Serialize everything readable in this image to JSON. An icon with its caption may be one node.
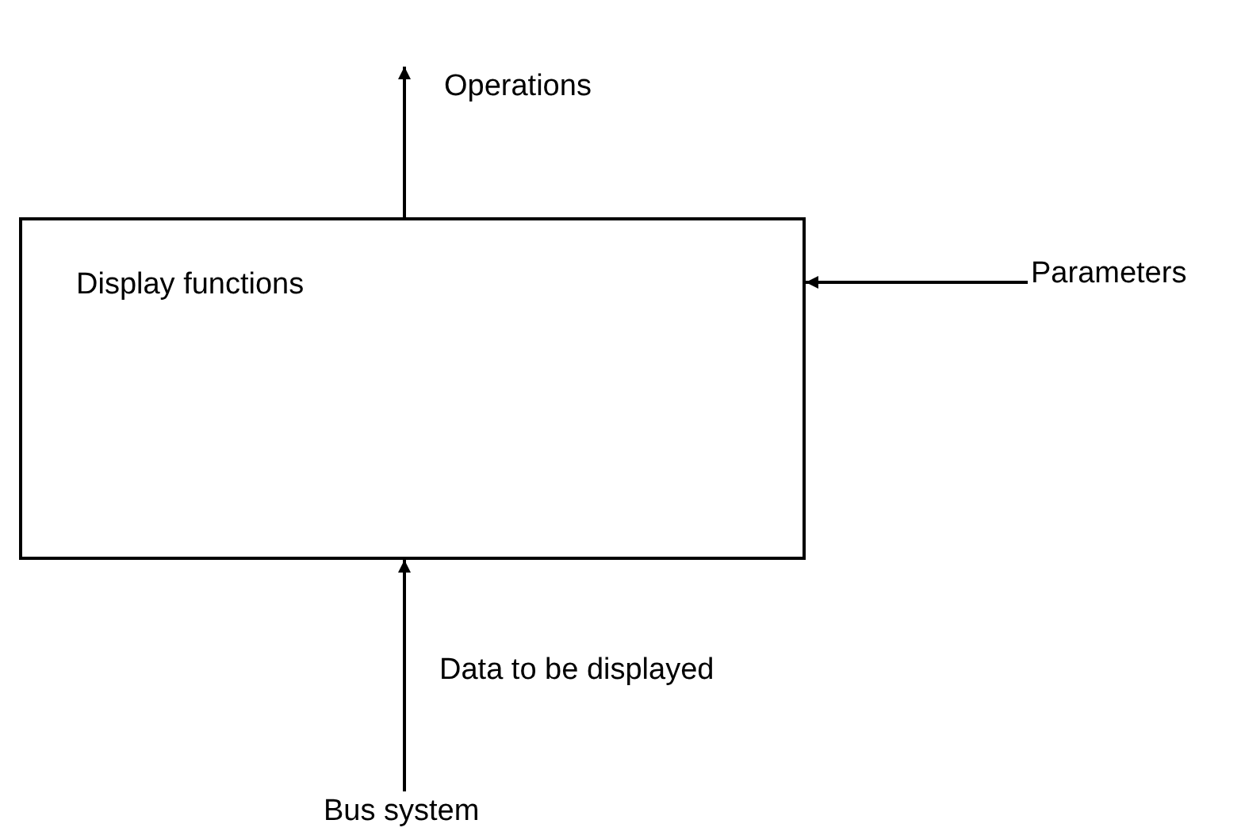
{
  "diagram": {
    "nodes": [
      {
        "text": [
          "Display functions"
        ]
      },
      {
        "text": [
          "Parameters"
        ]
      },
      {
        "text": [
          "Bus system"
        ]
      }
    ],
    "edges": [
      {
        "from": 0,
        "to": null,
        "arrow": "to",
        "label": "Operations"
      },
      {
        "from": 1,
        "to": 0,
        "arrow": "to"
      },
      {
        "from": 2,
        "to": 0,
        "arrow": "to",
        "label": "Data to be displayed"
      }
    ]
  }
}
